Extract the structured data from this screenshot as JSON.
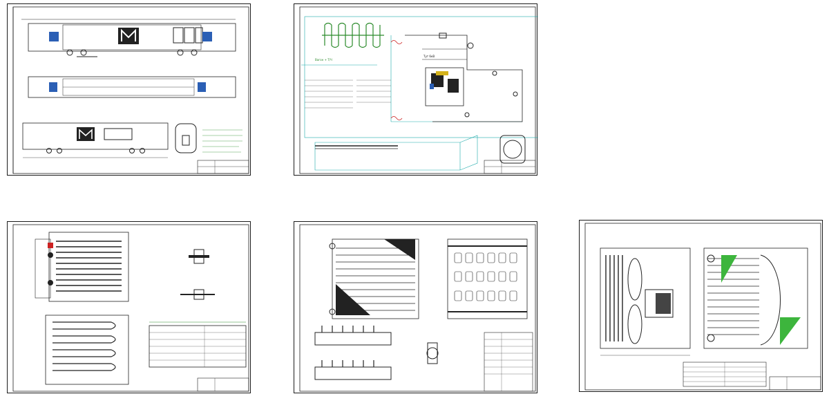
{
  "sheets": [
    {
      "id": "sheet-1",
      "caption": "",
      "note_lines": []
    },
    {
      "id": "sheet-2",
      "caption": "",
      "label_water": "Вагон + Т/Ч",
      "label_left": "Тут 6кВ"
    },
    {
      "id": "sheet-3",
      "caption": ""
    },
    {
      "id": "sheet-4",
      "caption": ""
    },
    {
      "id": "sheet-5",
      "caption": ""
    }
  ],
  "colors": {
    "line": "#1a1a1a",
    "green": "#2a8a2a",
    "teal": "#1aa9a9",
    "red": "#cc2222"
  }
}
